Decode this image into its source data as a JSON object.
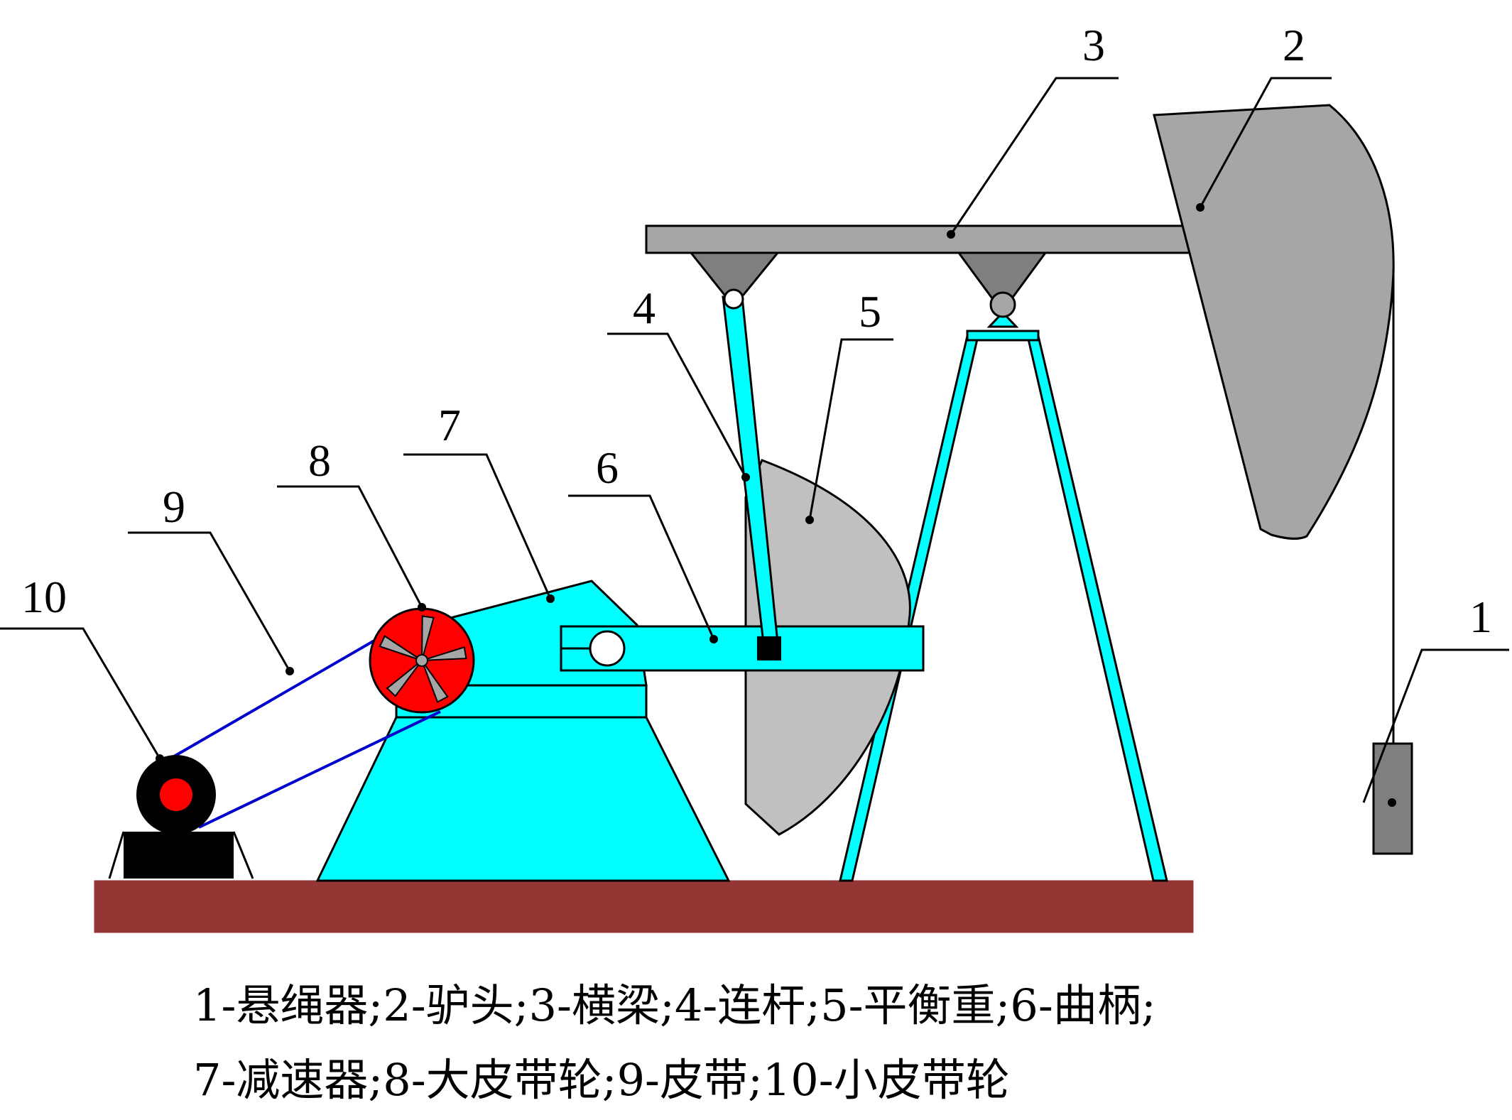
{
  "labels": {
    "l1": "1",
    "l2": "2",
    "l3": "3",
    "l4": "4",
    "l5": "5",
    "l6": "6",
    "l7": "7",
    "l8": "8",
    "l9": "9",
    "l10": "10"
  },
  "caption": {
    "line1": "1-悬绳器;2-驴头;3-横梁;4-连杆;5-平衡重;6-曲柄;",
    "line2": "7-减速器;8-大皮带轮;9-皮带;10-小皮带轮"
  },
  "colors": {
    "frame": "#00ffff",
    "steel_gray": "#a6a6a6",
    "counterweight": "#c0c0c0",
    "ground": "#943634",
    "pulley_red": "#ff0000",
    "belt": "#0000cc",
    "motor": "#000000"
  }
}
